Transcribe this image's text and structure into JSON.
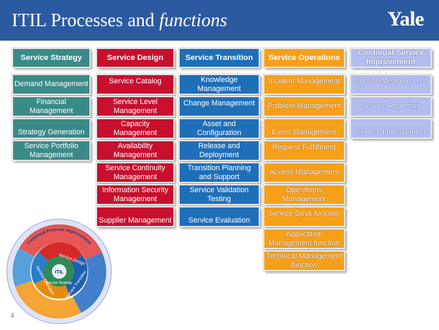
{
  "slide": {
    "title_main": "ITIL Processes and ",
    "title_italic": "functions",
    "logo": "Yale",
    "page_number": "4"
  },
  "colors": {
    "banner": "#2c5aa0",
    "strategy": "#3a8a88",
    "design": "#c8102e",
    "transition": "#1f6fb8",
    "operations": "#f6a01a",
    "improvement": "#b3bdf0"
  },
  "columns": [
    {
      "header": "Service Strategy",
      "items": [
        "Demand Management",
        "Financial Management",
        "Strategy Generation",
        "Service Portfolio Management"
      ]
    },
    {
      "header": "Service Design",
      "items": [
        "Service Catalog",
        "Service Level Management",
        "Capacity Management",
        "Availability Management",
        "Service Continuity Management",
        "Information Security Management",
        "Supplier Management"
      ]
    },
    {
      "header": "Service Transition",
      "items": [
        "Knowledge Management",
        "Change Management",
        "Asset and Configuration",
        "Release and Deployment",
        "Transition Planning and Support",
        "Service Validation Testing",
        "Service Evaluation"
      ]
    },
    {
      "header": "Service Operations",
      "items": [
        "Incident Management",
        "Problem Management",
        "Event Management",
        "Request Fulfillment",
        "Access Management",
        "Operations Management"
      ],
      "function_items": [
        {
          "text": "Service Desk ",
          "italic": "function"
        },
        {
          "text": "Application Management ",
          "italic": "function"
        },
        {
          "text": "Technical Management ",
          "italic": "function"
        }
      ]
    },
    {
      "header": "Continual Service Improvement",
      "items": [
        "Service Measurement",
        "Service Reporting",
        "Service Improvement"
      ]
    }
  ],
  "wheel": {
    "outer_label": "Continual Process Improvement",
    "ring_design": "Service Design",
    "ring_transition": "Service Transition",
    "ring_operation": "Service Operation",
    "core_strategy": "Service Strategy",
    "center": "ITIL"
  }
}
